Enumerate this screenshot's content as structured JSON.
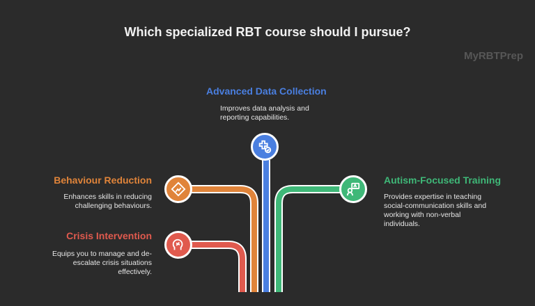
{
  "title": "Which specialized RBT course should I pursue?",
  "watermark": "MyRBTPrep",
  "colors": {
    "blue": "#4a7fe0",
    "orange": "#e0843a",
    "green": "#3fb878",
    "red": "#e05a4e"
  },
  "items": {
    "data_collection": {
      "heading": "Advanced Data Collection",
      "desc_line1": "Improves data analysis and",
      "desc_line2": "reporting capabilities.",
      "icon": "data-analysis-icon"
    },
    "behaviour_reduction": {
      "heading": "Behaviour Reduction",
      "desc_line1": "Enhances skills in reducing",
      "desc_line2": "challenging behaviours.",
      "icon": "warning-sign-icon"
    },
    "autism_training": {
      "heading": "Autism-Focused Training",
      "desc_line1": "Provides expertise in teaching",
      "desc_line2": "social-communication skills and",
      "desc_line3": "working with non-verbal",
      "desc_line4": "individuals.",
      "icon": "communication-icon"
    },
    "crisis_intervention": {
      "heading": "Crisis Intervention",
      "desc_line1": "Equips you to manage and de-",
      "desc_line2": "escalate crisis situations",
      "desc_line3": "effectively.",
      "icon": "brain-stress-icon"
    }
  }
}
